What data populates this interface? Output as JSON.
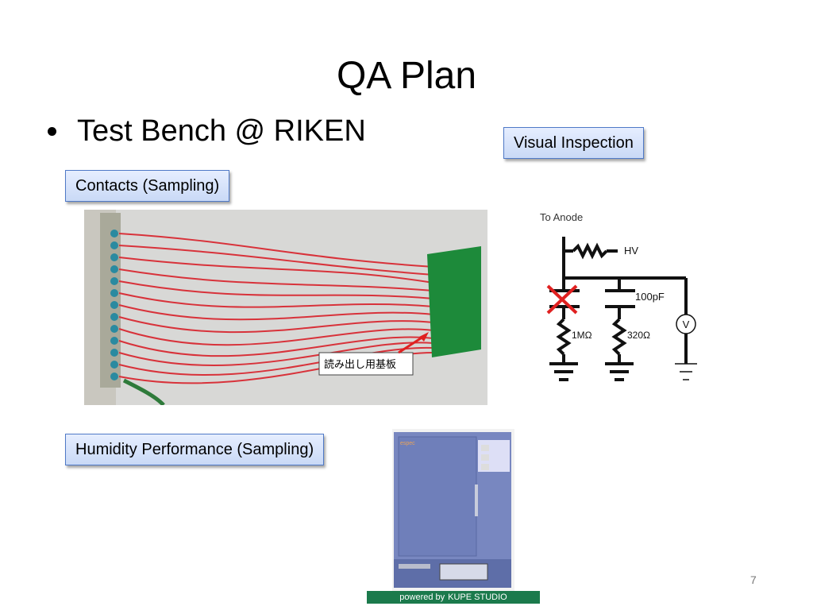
{
  "slide": {
    "title": "QA Plan",
    "page_number": "7"
  },
  "bullets": [
    {
      "text": "Test Bench @ RIKEN"
    }
  ],
  "labels": {
    "visual_inspection": "Visual Inspection",
    "contacts": "Contacts (Sampling)",
    "humidity": "Humidity Performance (Sampling)"
  },
  "photo_cable": {
    "callout": "読み出し用基板"
  },
  "circuit": {
    "to_anode": "To Anode",
    "hv": "HV",
    "capacitor": "100pF",
    "resistor_left": "1MΩ",
    "resistor_right": "320Ω",
    "meter": "V"
  },
  "photo_chamber": {
    "brand": "espec"
  },
  "watermark": {
    "prefix": "powered by",
    "brand": "KUPE STUDIO"
  }
}
